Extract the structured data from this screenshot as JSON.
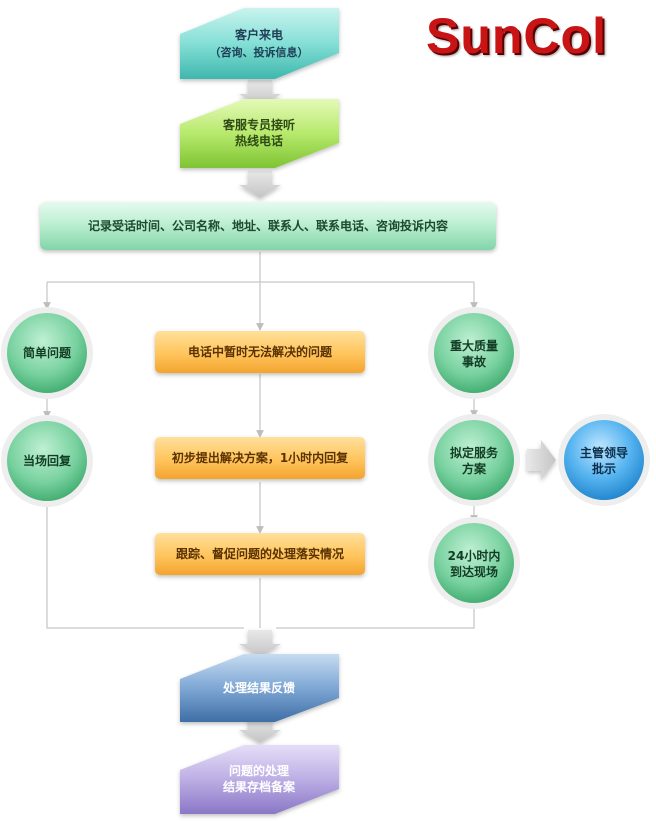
{
  "logo": "SunCol",
  "nodes": {
    "customer_call_1": "客户来电",
    "customer_call_2": "（咨询、投诉信息）",
    "hotline_1": "客服专员接听",
    "hotline_2": "热线电话",
    "record": "记录受话时间、公司名称、地址、联系人、联系电话、咨询投诉内容",
    "simple_problem": "简单问题",
    "on_site_reply": "当场回复",
    "unresolved": "电话中暂时无法解决的问题",
    "initial_solution": "初步提出解决方案，1小时内回复",
    "follow_up": "跟踪、督促问题的处理落实情况",
    "major_accident_1": "重大质量",
    "major_accident_2": "事故",
    "service_plan_1": "拟定服务",
    "service_plan_2": "方案",
    "manager_1": "主管领导",
    "manager_2": "批示",
    "onsite_24h_1": "24小时内",
    "onsite_24h_2": "到达现场",
    "feedback": "处理结果反馈",
    "archive_1": "问题的处理",
    "archive_2": "结果存档备案"
  },
  "colors": {
    "teal": "#7fdcd4",
    "lime": "#b5e86a",
    "mint": "#b9eecf",
    "circle_green": "#6fcf97",
    "orange": "#ffc766",
    "steel_blue": "#6a95c4",
    "lavender": "#b6a6df",
    "sky_blue": "#3fa7ea",
    "connector": "#c8c8c8",
    "arrow": "#d4d4d4"
  }
}
